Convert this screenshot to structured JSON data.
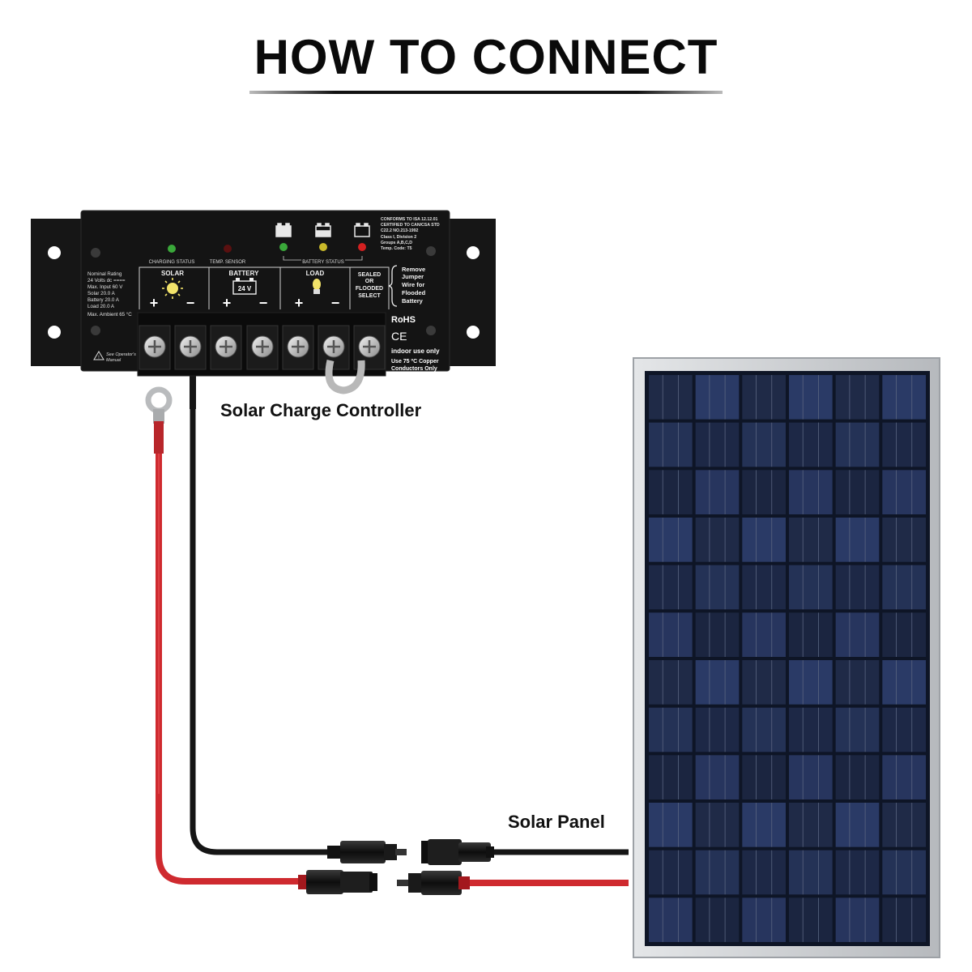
{
  "page": {
    "title": "HOW TO CONNECT",
    "controller_label": "Solar Charge Controller",
    "panel_label": "Solar Panel"
  },
  "controller": {
    "status_charging": "CHARGING STATUS",
    "status_temp": "TEMP. SENSOR",
    "status_battery": "BATTERY STATUS",
    "conforms_lines": [
      "CONFORMS TO ISA 12.12.01",
      "CERTIFIED TO CAN/CSA STD",
      "C22.2 NO.213-1992",
      "Class I, Division 2",
      "Groups A,B,C,D",
      "Temp. Code: T5"
    ],
    "rating_lines": [
      "Nominal Rating",
      "24 Volts dc ====",
      "Max. Input  60 V",
      "Solar  20.0 A",
      "Battery 20.0 A",
      "Load 20.0 A",
      "Max. Ambient  65 °C"
    ],
    "section_solar": "SOLAR",
    "section_battery": "BATTERY",
    "battery_voltage": "24 V",
    "section_load": "LOAD",
    "select_lines": [
      "SEALED",
      "OR",
      "FLOODED",
      "SELECT"
    ],
    "jumper_lines": [
      "Remove",
      "Jumper",
      "Wire for",
      "Flooded",
      "Battery"
    ],
    "rohs": "RoHS",
    "ce": "CE",
    "indoor": "indoor use only",
    "copper_lines": [
      "Use 75 ºC Copper",
      "Conductors Only"
    ],
    "manual_lines": [
      "See Operator's",
      "Manual"
    ],
    "plus": "+",
    "minus": "−"
  },
  "colors": {
    "controller_body": "#141414",
    "red_wire": "#d42a2f",
    "black_wire": "#151515",
    "panel_frame": "#c9ccd0",
    "panel_cell": "#1c2642",
    "led_green": "#3aa83a",
    "led_yellow": "#c9b92a",
    "led_red": "#d32020"
  }
}
